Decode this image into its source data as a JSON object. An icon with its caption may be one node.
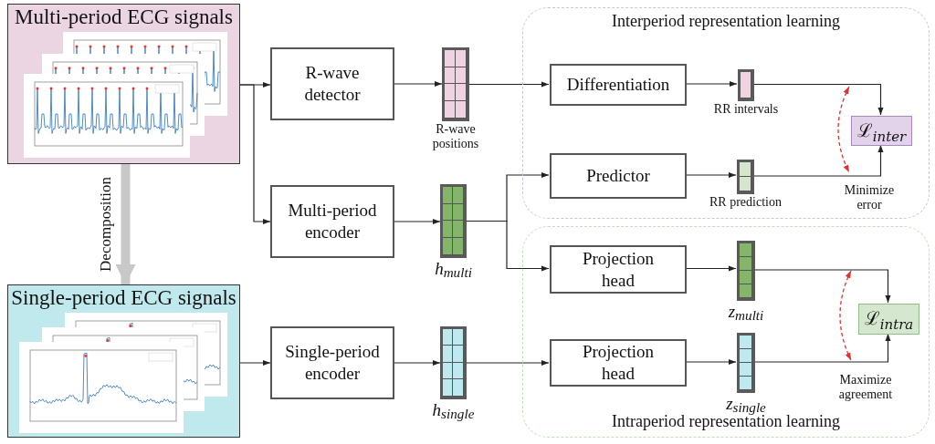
{
  "diagram": {
    "nodes": [
      {
        "text": [
          "Multi-period ECG signals"
        ]
      },
      {
        "text": [
          "Single-period ECG signals"
        ]
      },
      {
        "text": [
          "R-wave detector"
        ]
      },
      {
        "text": [
          "Multi-period encoder"
        ]
      },
      {
        "text": [
          "Single-period encoder"
        ]
      },
      {
        "text": [],
        "shape": "bar",
        "beside": [
          "R-wave positions"
        ]
      },
      {
        "text": [],
        "shape": "bar",
        "beside": [
          "h$_{multi}$"
        ]
      },
      {
        "text": [],
        "shape": "bar",
        "beside": [
          "h$_{single}$"
        ]
      },
      {
        "text": [
          "Interperiod representation learning"
        ]
      },
      {
        "text": [
          "Intraperiod representation learning"
        ]
      },
      {
        "text": [
          "Differentiation"
        ],
        "in": 8
      },
      {
        "text": [
          "Predictor"
        ],
        "in": 8
      },
      {
        "text": [],
        "shape": "bar",
        "beside": [
          "RR intervals"
        ],
        "in": 8
      },
      {
        "text": [],
        "shape": "bar",
        "beside": [
          "RR prediction"
        ],
        "in": 8
      },
      {
        "text": [
          "ℒ$_{inter}$"
        ],
        "in": 8
      },
      {
        "text": [
          "Projection head"
        ],
        "in": 9
      },
      {
        "text": [
          "Projection head"
        ],
        "in": 9
      },
      {
        "text": [],
        "shape": "bar",
        "beside": [
          "z$_{multi}$"
        ],
        "in": 9
      },
      {
        "text": [],
        "shape": "bar",
        "beside": [
          "z$_{single}$"
        ],
        "in": 9
      },
      {
        "text": [
          "ℒ$_{intra}$"
        ],
        "in": 9
      }
    ],
    "edges": [
      {
        "from": 0,
        "to": 2,
        "arrow": "to"
      },
      {
        "from": 0,
        "to": 3,
        "arrow": "to"
      },
      {
        "from": 1,
        "to": 4,
        "arrow": "to"
      },
      {
        "from": 2,
        "to": 5,
        "arrow": "to"
      },
      {
        "from": 3,
        "to": 6,
        "arrow": "to"
      },
      {
        "from": 4,
        "to": 7,
        "arrow": "to"
      },
      {
        "from": 5,
        "to": 10,
        "arrow": "to"
      },
      {
        "from": 6,
        "to": 11,
        "arrow": "to"
      },
      {
        "from": 6,
        "to": 15,
        "arrow": "to"
      },
      {
        "from": 7,
        "to": 16,
        "arrow": "to"
      },
      {
        "from": 10,
        "to": 12,
        "arrow": "to"
      },
      {
        "from": 11,
        "to": 13,
        "arrow": "to"
      },
      {
        "from": 12,
        "to": 14,
        "arrow": "to"
      },
      {
        "from": 13,
        "to": 14,
        "arrow": "to"
      },
      {
        "from": 15,
        "to": 17,
        "arrow": "to"
      },
      {
        "from": 16,
        "to": 18,
        "arrow": "to"
      },
      {
        "from": 17,
        "to": 19,
        "arrow": "to"
      },
      {
        "from": 18,
        "to": 19,
        "arrow": "to"
      },
      {
        "from": 0,
        "to": 1,
        "arrow": "to",
        "style": "thick",
        "color": "#c8c8c8",
        "label": "Decomposition"
      }
    ],
    "labels": [
      "Minimize error",
      "Maximize agreement"
    ]
  }
}
